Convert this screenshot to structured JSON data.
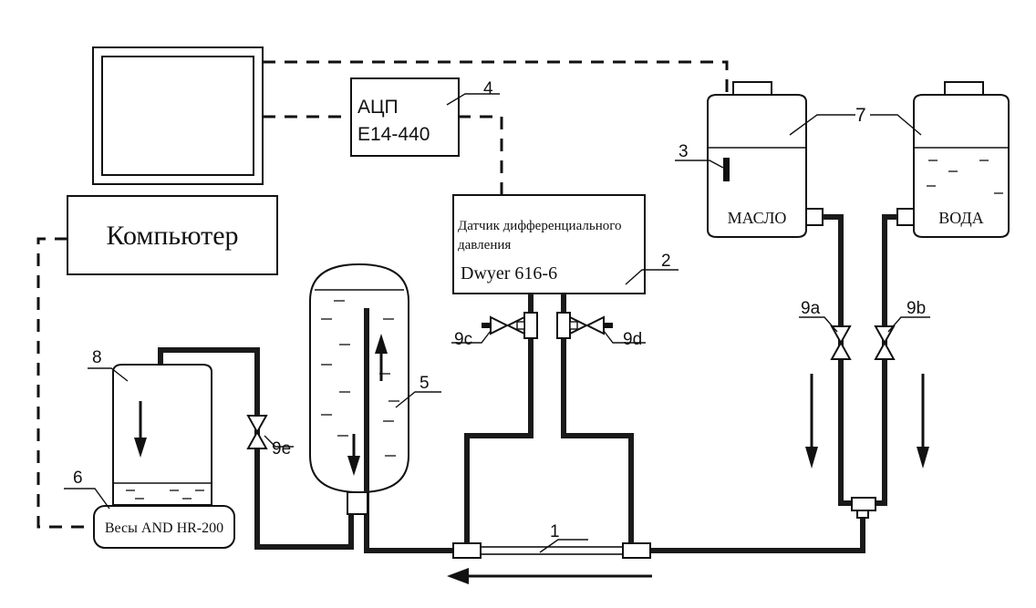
{
  "labels": {
    "computer": "Компьютер",
    "adc_line1": "АЦП",
    "adc_line2": "E14-440",
    "sensor_line1": "Датчик дифференциального",
    "sensor_line2": "давления",
    "sensor_model": "Dwyer 616-6",
    "scale": "Весы AND HR-200",
    "oil": "МАСЛО",
    "water": "ВОДА"
  },
  "numbers": {
    "n1": "1",
    "n2": "2",
    "n3": "3",
    "n4": "4",
    "n5": "5",
    "n6": "6",
    "n7": "7",
    "n8": "8",
    "v9a": "9a",
    "v9b": "9b",
    "v9c": "9c",
    "v9d": "9d",
    "v9e": "9e"
  }
}
